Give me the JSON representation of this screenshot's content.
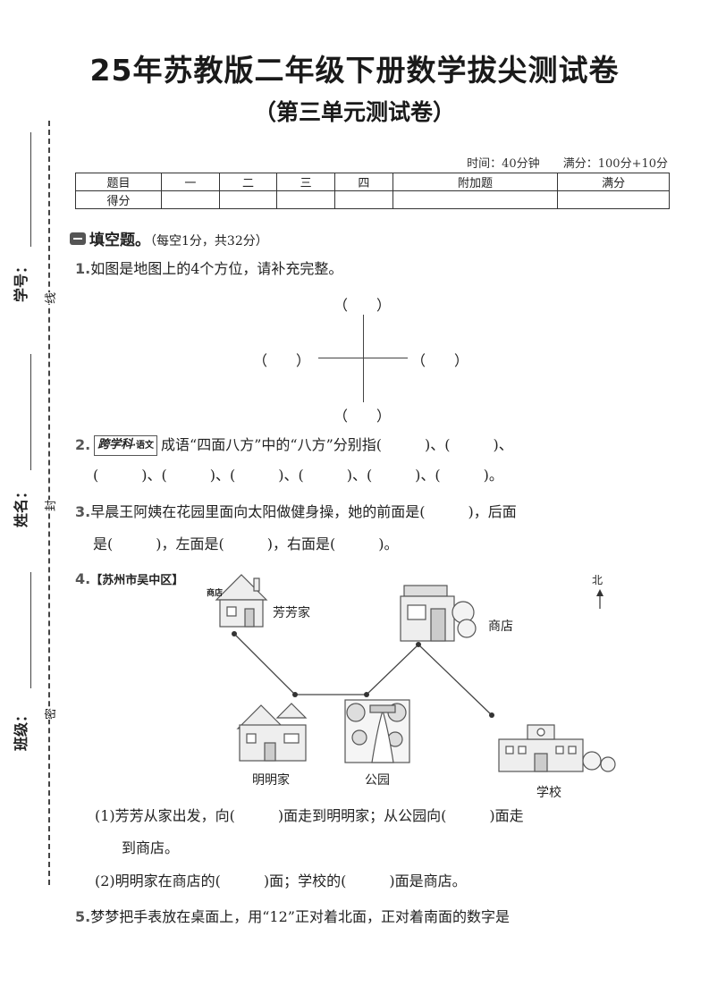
{
  "title": "25年苏教版二年级下册数学拔尖测试卷",
  "subtitle": "（第三单元测试卷）",
  "meta": {
    "time": "时间：40分钟",
    "score": "满分：100分+10分"
  },
  "score_table": {
    "header": [
      "题目",
      "一",
      "二",
      "三",
      "四",
      "附加题",
      "满分"
    ],
    "row_label": "得分"
  },
  "sidebar": {
    "id_label": "学号：",
    "name_label": "姓名：",
    "class_label": "班级：",
    "line_word": "线",
    "seal_word": "封",
    "secret_word": "密"
  },
  "section1": {
    "title": "填空题。",
    "note": "（每空1分，共32分）"
  },
  "q1": {
    "num": "1.",
    "text": "如图是地图上的4个方位，请补充完整。",
    "blank": "（　　）"
  },
  "q2": {
    "num": "2.",
    "tag_brand": "跨学科",
    "tag_subject": "·语文",
    "line1": "成语“四面八方”中的“八方”分别指(　　　)、(　　　)、",
    "line2": "(　　　)、(　　　)、(　　　)、(　　　)、(　　　)、(　　　)。"
  },
  "q3": {
    "num": "3.",
    "line1": "早晨王阿姨在花园里面向太阳做健身操，她的前面是(　　　)，后面",
    "line2": "是(　　　)，左面是(　　　)，右面是(　　　)。"
  },
  "q4": {
    "num": "4.",
    "region": "【苏州市吴中区】",
    "places": {
      "fangfang": "芳芳家",
      "shop": "商店",
      "shop_sign": "商店",
      "mingming": "明明家",
      "park": "公园",
      "school": "学校",
      "north": "北"
    },
    "sub1_line1": "(1)芳芳从家出发，向(　　　)面走到明明家；从公园向(　　　)面走",
    "sub1_line2": "到商店。",
    "sub2": "(2)明明家在商店的(　　　)面；学校的(　　　)面是商店。"
  },
  "q5": {
    "num": "5.",
    "text": "梦梦把手表放在桌面上，用“12”正对着北面，正对着南面的数字是"
  },
  "colors": {
    "ink": "#222222",
    "accent_gray": "#555555"
  }
}
